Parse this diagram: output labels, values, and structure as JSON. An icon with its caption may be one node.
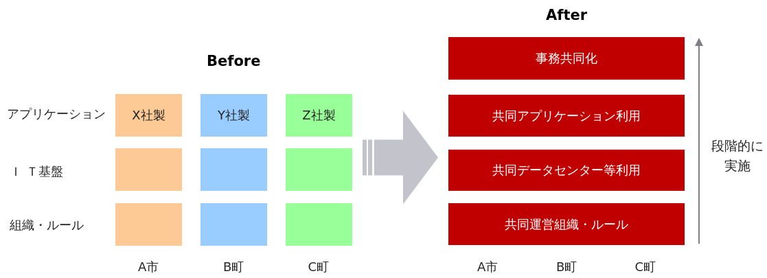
{
  "diagram": {
    "nodes": [
      {
        "text": [
          "X社製"
        ]
      },
      {
        "text": [
          "Y社製"
        ]
      },
      {
        "text": [
          "Z社製"
        ]
      },
      {
        "text": [],
        "shape": "box"
      },
      {
        "text": [],
        "shape": "box"
      },
      {
        "text": [],
        "shape": "box"
      },
      {
        "text": [],
        "shape": "box"
      },
      {
        "text": [],
        "shape": "box"
      },
      {
        "text": [],
        "shape": "box"
      },
      {
        "text": [
          "事務共同化"
        ]
      },
      {
        "text": [
          "共同アプリケーション利用"
        ]
      },
      {
        "text": [
          "共同データセンター等利用"
        ]
      },
      {
        "text": [
          "共同運営組織・ルール"
        ]
      }
    ],
    "edges": [
      {
        "from": 5,
        "to": 11,
        "arrow": "to"
      }
    ],
    "labels": [
      "After",
      "Before",
      "アプリケーション",
      "Ｉ Ｔ基盤",
      "組織・ルール",
      "段階的に実施",
      "A市",
      "B町",
      "C町",
      "A市",
      "B町",
      "C町"
    ]
  }
}
